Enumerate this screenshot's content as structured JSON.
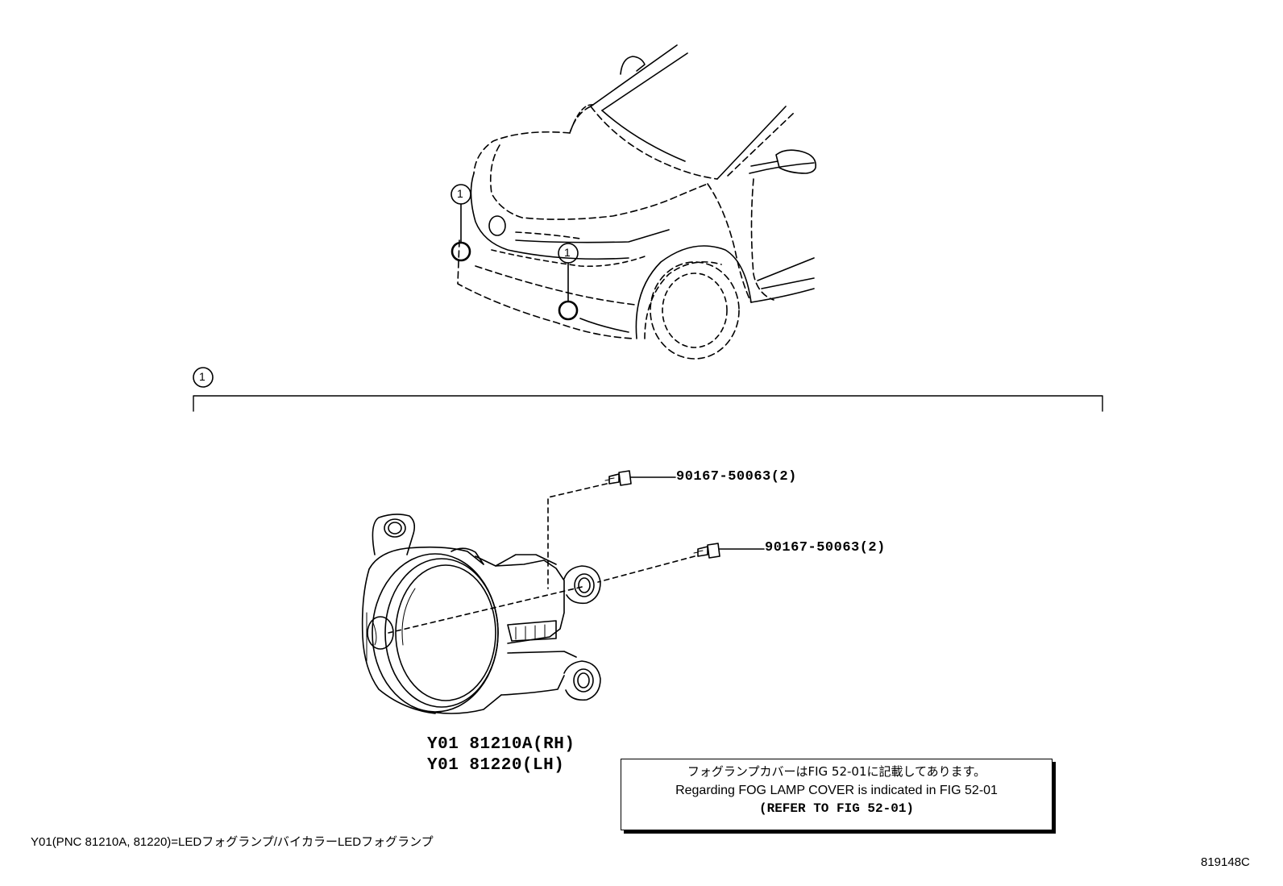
{
  "callouts": {
    "top_left": "1",
    "top_right": "1",
    "section": "1"
  },
  "parts": {
    "bolt_upper": "90167-50063(2)",
    "bolt_lower": "90167-50063(2)",
    "fog_lamp_rh": "Y01 81210A(RH)",
    "fog_lamp_lh": "Y01 81220(LH)"
  },
  "note": {
    "line1": "フォグランプカバーはFIG 52-01に記載してあります。",
    "line2": "Regarding FOG LAMP COVER is indicated in FIG 52-01",
    "line3": "(REFER TO FIG 52-01)"
  },
  "footnote": "Y01(PNC 81210A, 81220)=LEDフォグランプ/バイカラーLEDフォグランプ",
  "figure_id": "819148C"
}
